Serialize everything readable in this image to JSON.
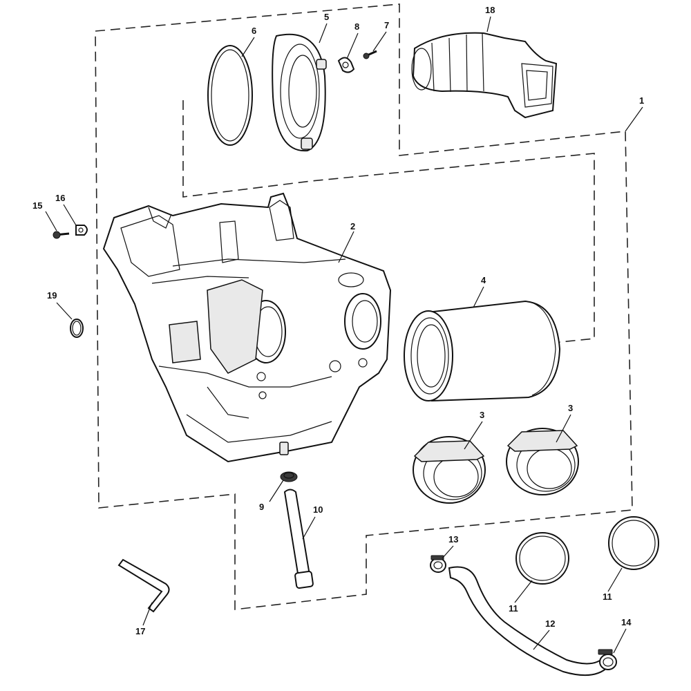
{
  "callouts": [
    {
      "id": "callout-1",
      "label": "1"
    },
    {
      "id": "callout-2",
      "label": "2"
    },
    {
      "id": "callout-3a",
      "label": "3"
    },
    {
      "id": "callout-3b",
      "label": "3"
    },
    {
      "id": "callout-4",
      "label": "4"
    },
    {
      "id": "callout-5",
      "label": "5"
    },
    {
      "id": "callout-6",
      "label": "6"
    },
    {
      "id": "callout-7",
      "label": "7"
    },
    {
      "id": "callout-8",
      "label": "8"
    },
    {
      "id": "callout-9",
      "label": "9"
    },
    {
      "id": "callout-10",
      "label": "10"
    },
    {
      "id": "callout-11a",
      "label": "11"
    },
    {
      "id": "callout-11b",
      "label": "11"
    },
    {
      "id": "callout-12",
      "label": "12"
    },
    {
      "id": "callout-13",
      "label": "13"
    },
    {
      "id": "callout-14",
      "label": "14"
    },
    {
      "id": "callout-15",
      "label": "15"
    },
    {
      "id": "callout-16",
      "label": "16"
    },
    {
      "id": "callout-17",
      "label": "17"
    },
    {
      "id": "callout-18",
      "label": "18"
    },
    {
      "id": "callout-19",
      "label": "19"
    }
  ],
  "colors": {
    "line": "#111111",
    "background": "#ffffff",
    "shade": "#e9e9e9"
  }
}
